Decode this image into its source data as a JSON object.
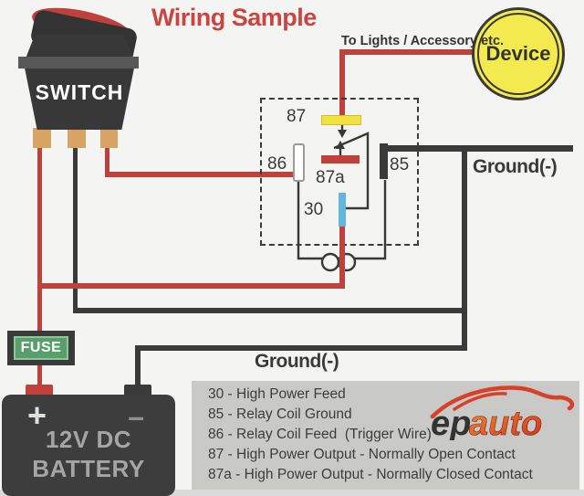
{
  "title": "Wiring Sample",
  "switch": {
    "label": "SWITCH"
  },
  "device": {
    "label": "Device",
    "wire_label": "To Lights / Accessory etc."
  },
  "relay": {
    "pin_87": "87",
    "pin_86": "86",
    "pin_85": "85",
    "pin_87a": "87a",
    "pin_30": "30"
  },
  "grounds": {
    "relay_ground": "Ground(-)",
    "battery_ground": "Ground(-)"
  },
  "fuse": {
    "label": "FUSE"
  },
  "battery": {
    "positive": "+",
    "negative": "–",
    "line1": "12V DC",
    "line2": "BATTERY"
  },
  "legend": {
    "items": [
      "30 - High Power Feed",
      "85 - Relay Coil Ground",
      "86 - Relay Coil Feed  (Trigger Wire)",
      "87 - High Power Output - Normally Open Contact",
      "87a - High Power Output - Normally Closed Contact"
    ]
  },
  "logo": {
    "ep": "ep",
    "auto": "auto"
  },
  "colors": {
    "background": "#f4f4f2",
    "wire_red": "#c0403c",
    "wire_black": "#3a3a3a",
    "terminal_yellow": "#f3e13e",
    "terminal_blue": "#62b8dc",
    "device_yellow": "#f2ea4f",
    "fuse_green": "#57a06c",
    "legend_bg": "#c9c9c8",
    "title_red": "#c9453f",
    "switch_terminal_tan": "#d7a464"
  }
}
